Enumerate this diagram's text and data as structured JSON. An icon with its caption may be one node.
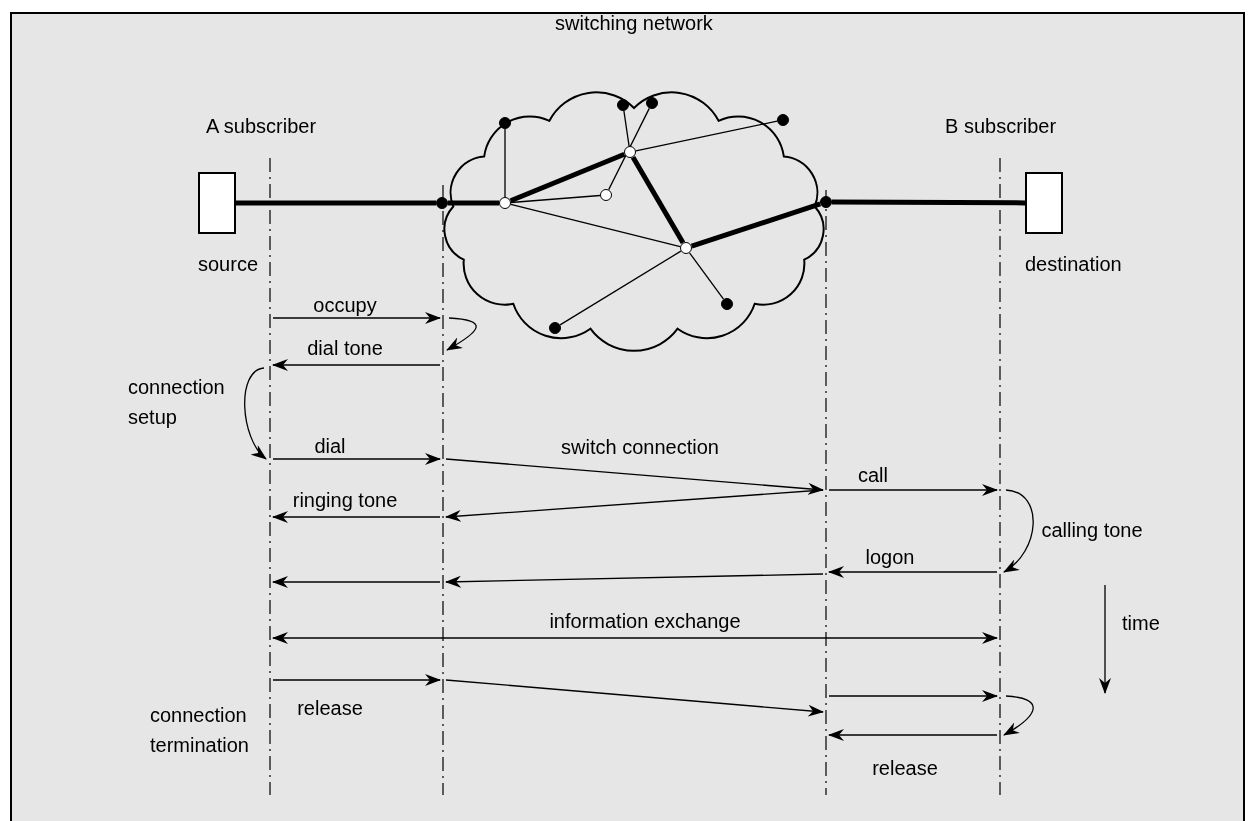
{
  "diagram": {
    "nodes": [
      {
        "text": [
          "A subscriber",
          "source"
        ]
      },
      {
        "text": [
          "switching network"
        ]
      },
      {
        "text": [
          "B subscriber",
          "destination"
        ]
      },
      {
        "text": [],
        "shape": "circle",
        "in": 1
      },
      {
        "text": [],
        "shape": "circle",
        "in": 1
      },
      {
        "text": [],
        "shape": "circle",
        "in": 1
      },
      {
        "text": [],
        "shape": "circle",
        "in": 1
      },
      {
        "text": [],
        "shape": "circle",
        "in": 1
      },
      {
        "text": [],
        "shape": "circle",
        "in": 1
      },
      {
        "text": [],
        "shape": "circle",
        "in": 1
      },
      {
        "text": [],
        "shape": "circle",
        "in": 1
      },
      {
        "text": [],
        "shape": "circle",
        "in": 1
      },
      {
        "text": [],
        "shape": "circle",
        "in": 1
      },
      {
        "text": [],
        "shape": "circle",
        "in": 1
      },
      {
        "text": [],
        "shape": "circle",
        "in": 1
      },
      {
        "text": [],
        "shape": "line"
      },
      {
        "text": [],
        "shape": "line"
      },
      {
        "text": [],
        "shape": "line"
      },
      {
        "text": [],
        "shape": "line"
      }
    ],
    "edges": [
      {
        "from": 0,
        "to": 3,
        "arrow": "none",
        "style": "thick"
      },
      {
        "from": 3,
        "to": 11,
        "arrow": "none",
        "style": "thick"
      },
      {
        "from": 11,
        "to": 12,
        "arrow": "none",
        "style": "thick"
      },
      {
        "from": 12,
        "to": 14,
        "arrow": "none",
        "style": "thick"
      },
      {
        "from": 14,
        "to": 8,
        "arrow": "none",
        "style": "thick"
      },
      {
        "from": 8,
        "to": 2,
        "arrow": "none",
        "style": "thick"
      },
      {
        "from": 4,
        "to": 11,
        "arrow": "none"
      },
      {
        "from": 5,
        "to": 12,
        "arrow": "none"
      },
      {
        "from": 6,
        "to": 13,
        "arrow": "none"
      },
      {
        "from": 11,
        "to": 13,
        "arrow": "none"
      },
      {
        "from": 12,
        "to": 7,
        "arrow": "none"
      },
      {
        "from": 11,
        "to": 14,
        "arrow": "none"
      },
      {
        "from": 14,
        "to": 9,
        "arrow": "none"
      },
      {
        "from": 14,
        "to": 10,
        "arrow": "none"
      },
      {
        "from": 15,
        "to": 16,
        "arrow": "to",
        "label": "occupy"
      },
      {
        "from": 16,
        "to": 16,
        "arrow": "to"
      },
      {
        "from": 16,
        "to": 15,
        "arrow": "to",
        "label": "dial tone"
      },
      {
        "from": 15,
        "to": 15,
        "arrow": "to"
      },
      {
        "from": 15,
        "to": 16,
        "arrow": "to",
        "label": "dial"
      },
      {
        "from": 16,
        "to": 17,
        "arrow": "to",
        "label": "switch connection"
      },
      {
        "from": 17,
        "to": 18,
        "arrow": "to",
        "label": "call"
      },
      {
        "from": 17,
        "to": 16,
        "arrow": "to"
      },
      {
        "from": 16,
        "to": 15,
        "arrow": "to",
        "label": "ringing tone"
      },
      {
        "from": 18,
        "to": 18,
        "arrow": "to",
        "label": "calling tone"
      },
      {
        "from": 18,
        "to": 17,
        "arrow": "to",
        "label": "logon"
      },
      {
        "from": 17,
        "to": 16,
        "arrow": "to"
      },
      {
        "from": 16,
        "to": 15,
        "arrow": "to"
      },
      {
        "from": 15,
        "to": 18,
        "arrow": "both",
        "label": "information exchange"
      },
      {
        "from": 15,
        "to": 16,
        "arrow": "to",
        "label": "release"
      },
      {
        "from": 16,
        "to": 17,
        "arrow": "to"
      },
      {
        "from": 17,
        "to": 18,
        "arrow": "to"
      },
      {
        "from": 18,
        "to": 18,
        "arrow": "to"
      },
      {
        "from": 18,
        "to": 17,
        "arrow": "to",
        "label": "release"
      }
    ],
    "labels": [
      "connection setup",
      "time",
      "connection termination"
    ]
  }
}
